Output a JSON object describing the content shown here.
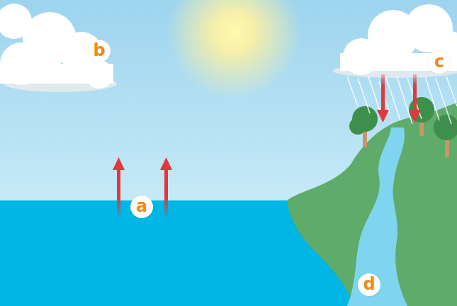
{
  "diagram": {
    "labels": [
      "b",
      "c",
      "a",
      "d"
    ]
  }
}
